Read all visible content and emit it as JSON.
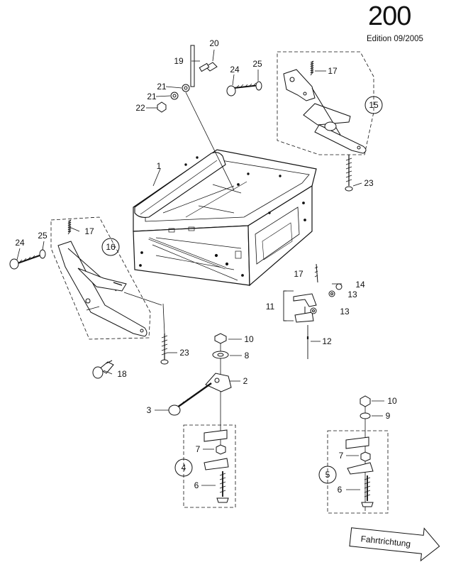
{
  "header": {
    "page_number": "200",
    "edition": "Edition 09/2005"
  },
  "direction_arrow": {
    "label": "Fahrtrichtung"
  },
  "callouts": [
    {
      "id": "c1",
      "label": "1"
    },
    {
      "id": "c2",
      "label": "2"
    },
    {
      "id": "c3",
      "label": "3"
    },
    {
      "id": "c4",
      "label": "4",
      "circled": true
    },
    {
      "id": "c5",
      "label": "5",
      "circled": true
    },
    {
      "id": "c6a",
      "label": "6"
    },
    {
      "id": "c6b",
      "label": "6"
    },
    {
      "id": "c7a",
      "label": "7"
    },
    {
      "id": "c7b",
      "label": "7"
    },
    {
      "id": "c8",
      "label": "8"
    },
    {
      "id": "c9",
      "label": "9"
    },
    {
      "id": "c10a",
      "label": "10"
    },
    {
      "id": "c10b",
      "label": "10"
    },
    {
      "id": "c11",
      "label": "11"
    },
    {
      "id": "c12",
      "label": "12"
    },
    {
      "id": "c13a",
      "label": "13"
    },
    {
      "id": "c13b",
      "label": "13"
    },
    {
      "id": "c14",
      "label": "14"
    },
    {
      "id": "c15",
      "label": "15",
      "circled": true
    },
    {
      "id": "c16",
      "label": "16",
      "circled": true
    },
    {
      "id": "c17a",
      "label": "17"
    },
    {
      "id": "c17b",
      "label": "17"
    },
    {
      "id": "c17c",
      "label": "17"
    },
    {
      "id": "c18",
      "label": "18"
    },
    {
      "id": "c19",
      "label": "19"
    },
    {
      "id": "c20",
      "label": "20"
    },
    {
      "id": "c21a",
      "label": "21"
    },
    {
      "id": "c21b",
      "label": "21"
    },
    {
      "id": "c22",
      "label": "22"
    },
    {
      "id": "c23a",
      "label": "23"
    },
    {
      "id": "c23b",
      "label": "23"
    },
    {
      "id": "c24a",
      "label": "24"
    },
    {
      "id": "c24b",
      "label": "24"
    },
    {
      "id": "c25a",
      "label": "25"
    },
    {
      "id": "c25b",
      "label": "25"
    }
  ]
}
